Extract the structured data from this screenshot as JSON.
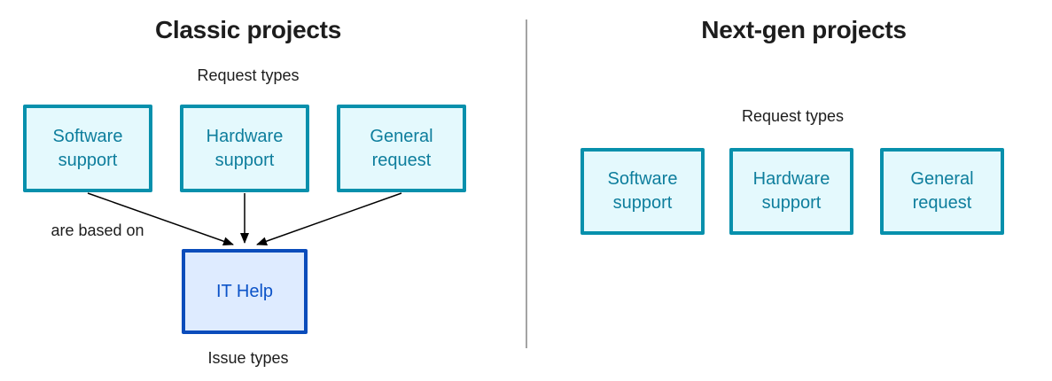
{
  "panels": {
    "classic": {
      "title": "Classic projects",
      "request_types_label": "Request types",
      "boxes": [
        "Software support",
        "Hardware support",
        "General request"
      ],
      "relation_label": "are based on",
      "issue_type_box": "IT Help",
      "issue_types_label": "Issue types"
    },
    "nextgen": {
      "title": "Next-gen projects",
      "request_types_label": "Request types",
      "boxes": [
        "Software support",
        "Hardware support",
        "General request"
      ]
    }
  },
  "colors": {
    "teal_border": "#0790AC",
    "teal_fill": "#E4F9FD",
    "teal_text": "#0E7E9D",
    "blue_border": "#0A4CBB",
    "blue_fill": "#DEEBFF",
    "blue_text": "#0C53C8",
    "title_text": "#1D1D1D",
    "divider": "#A4A4A4",
    "arrow": "#000000"
  }
}
